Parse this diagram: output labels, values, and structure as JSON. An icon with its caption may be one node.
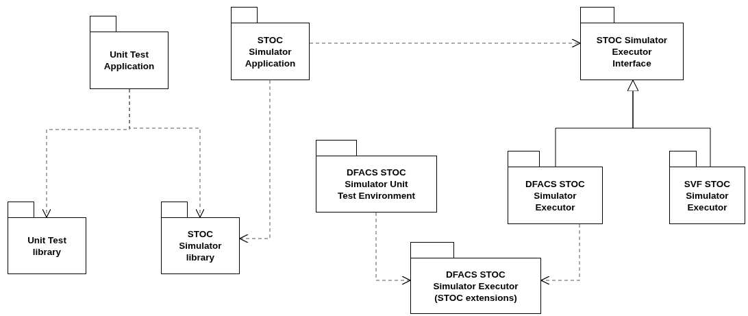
{
  "diagram": {
    "nodes": [
      {
        "text": [
          "Unit Test Application"
        ]
      },
      {
        "text": [
          "STOC Simulator Application"
        ]
      },
      {
        "text": [
          "STOC Simulator Executor Interface"
        ]
      },
      {
        "text": [
          "Unit Test library"
        ]
      },
      {
        "text": [
          "STOC Simulator library"
        ]
      },
      {
        "text": [
          "DFACS STOC Simulator Unit Test Environment"
        ]
      },
      {
        "text": [
          "DFACS STOC Simulator Executor"
        ]
      },
      {
        "text": [
          "SVF STOC Simulator Executor"
        ]
      },
      {
        "text": [
          "DFACS STOC Simulator Executor (STOC extensions)"
        ]
      }
    ],
    "edges": [
      {
        "from": 0,
        "to": 3,
        "arrow": "to",
        "style": "dashed"
      },
      {
        "from": 0,
        "to": 4,
        "arrow": "to",
        "style": "dashed"
      },
      {
        "from": 1,
        "to": 2,
        "arrow": "to",
        "style": "dashed"
      },
      {
        "from": 1,
        "to": 4,
        "arrow": "to",
        "style": "dashed"
      },
      {
        "from": 5,
        "to": 8,
        "arrow": "to",
        "style": "dashed"
      },
      {
        "from": 6,
        "to": 8,
        "arrow": "to",
        "style": "dashed"
      },
      {
        "from": 6,
        "to": 2,
        "arrow": "to"
      },
      {
        "from": 7,
        "to": 2,
        "arrow": "to"
      }
    ]
  }
}
